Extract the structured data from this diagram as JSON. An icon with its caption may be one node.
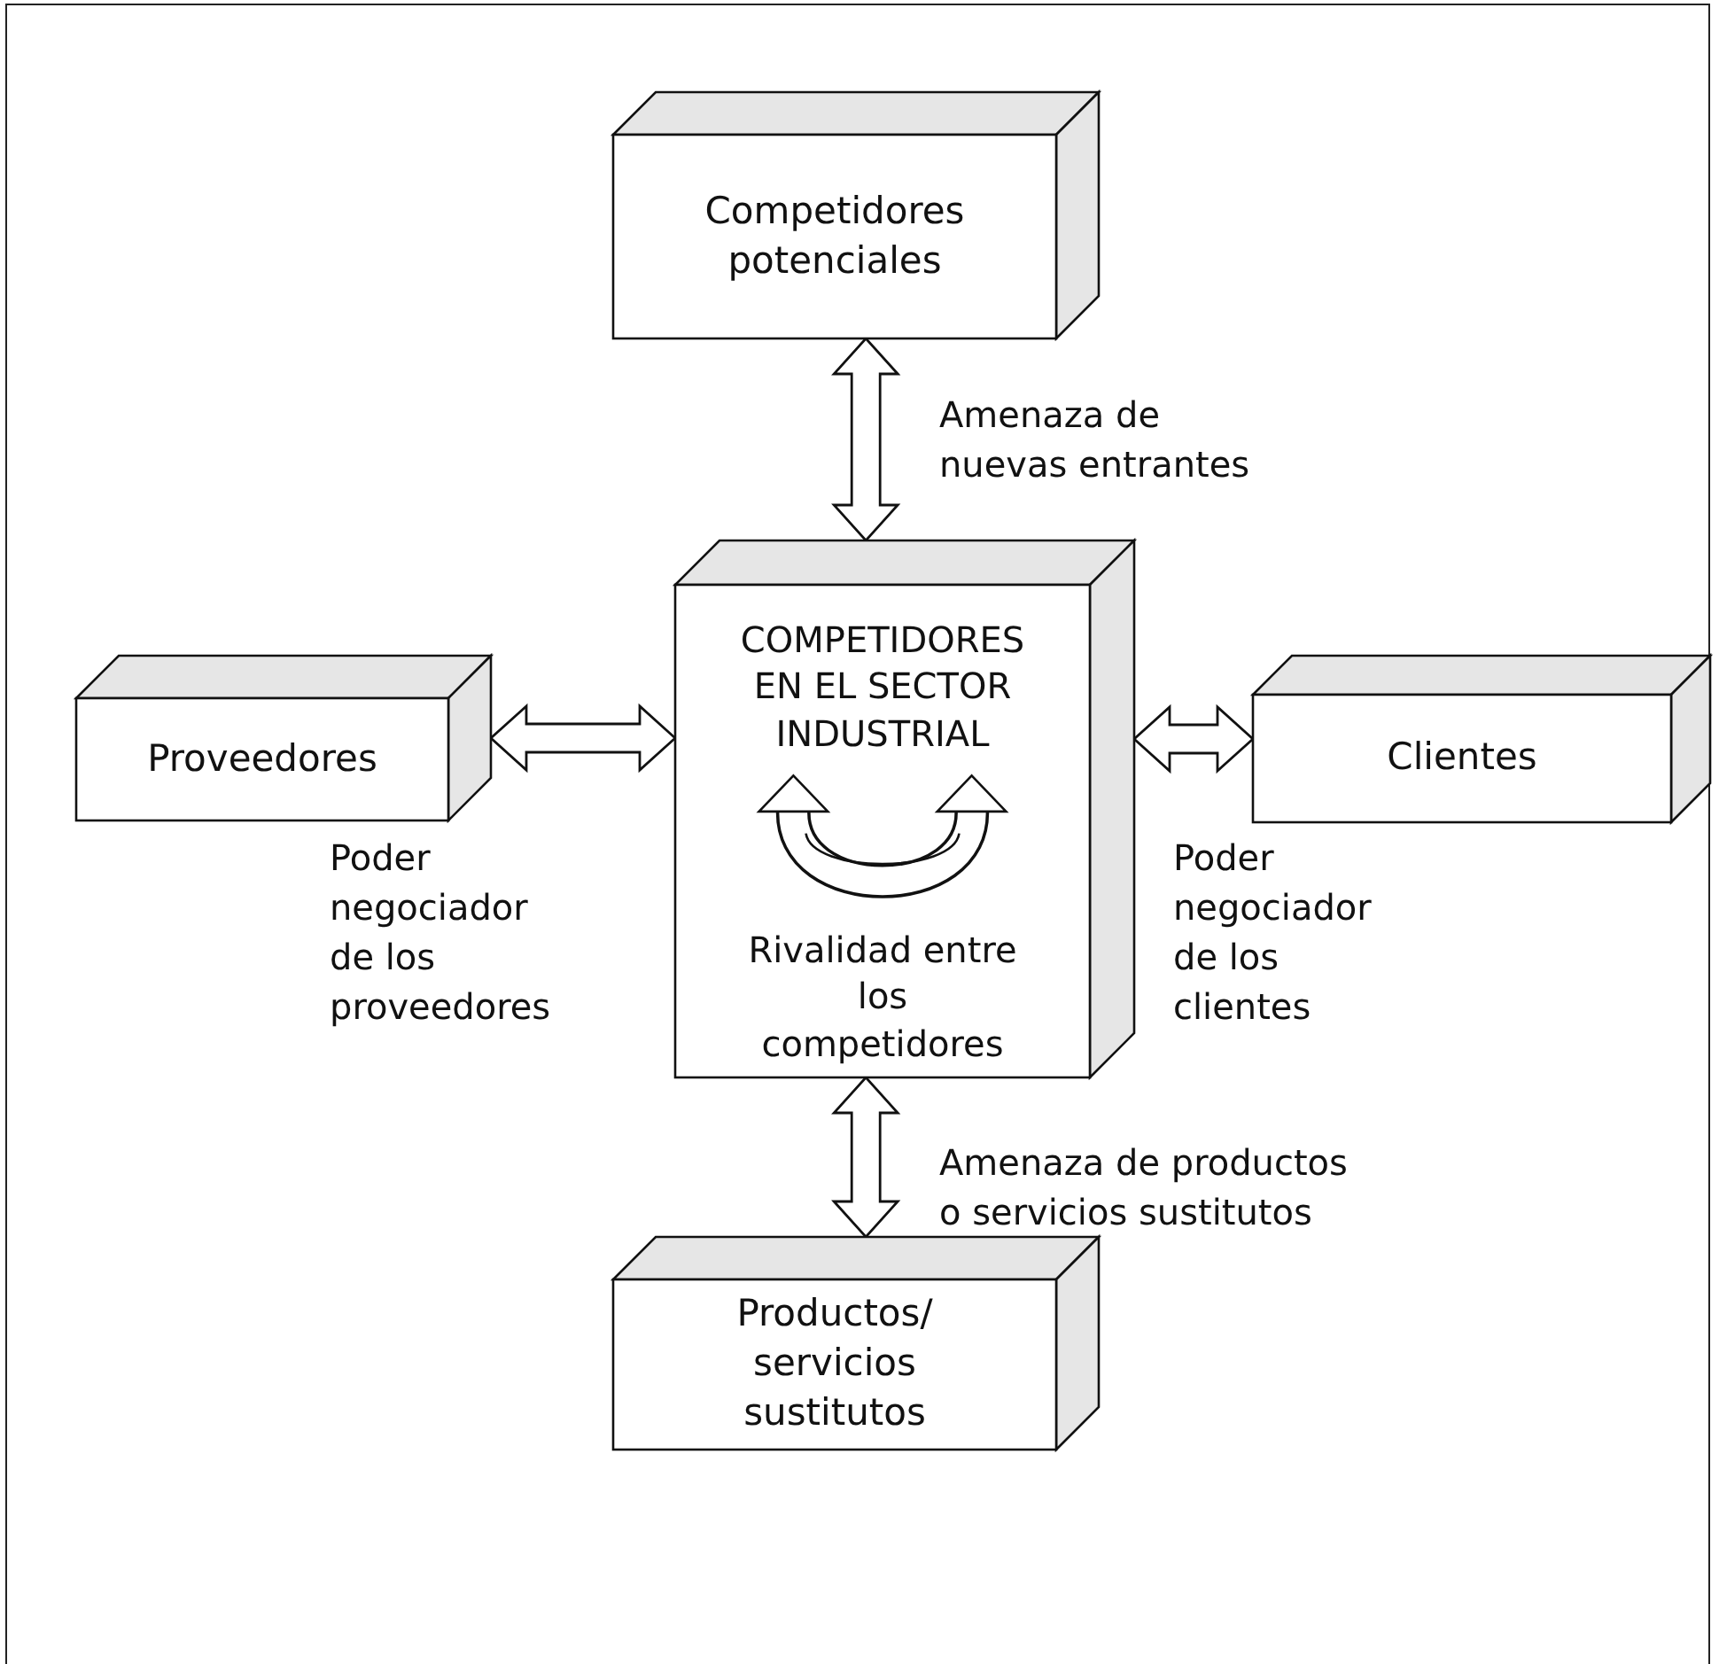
{
  "diagram": {
    "nodes": [
      {
        "text": [
          "Competidores potenciales"
        ]
      },
      {
        "text": [
          "COMPETIDORES EN EL SECTOR INDUSTRIAL",
          "Rivalidad entre los competidores"
        ]
      },
      {
        "text": [
          "Proveedores"
        ]
      },
      {
        "text": [
          "Clientes"
        ]
      },
      {
        "text": [
          "Productos/ servicios sustitutos"
        ]
      }
    ],
    "edges": [
      {
        "from": 0,
        "to": 1,
        "arrow": "both",
        "label": "Amenaza de nuevas entrantes"
      },
      {
        "from": 2,
        "to": 1,
        "arrow": "both",
        "label": "Poder negociador de los proveedores"
      },
      {
        "from": 3,
        "to": 1,
        "arrow": "both",
        "label": "Poder negociador de los clientes"
      },
      {
        "from": 4,
        "to": 1,
        "arrow": "both",
        "label": "Amenaza de productos o servicios sustitutos"
      }
    ]
  }
}
